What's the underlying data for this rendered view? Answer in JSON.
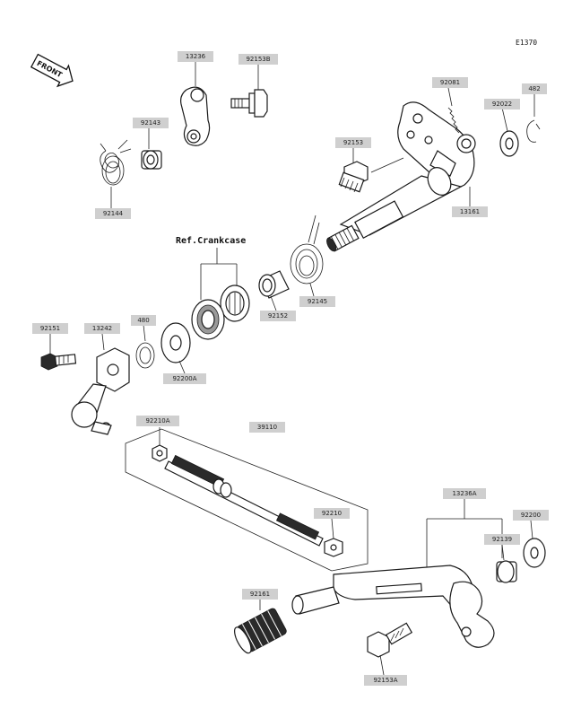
{
  "diagram": {
    "code": "E1370",
    "front_label": "FRONT",
    "reference_label": "Ref.Crankcase",
    "parts": [
      {
        "id": "p13236",
        "label": "13236"
      },
      {
        "id": "p92153B",
        "label": "92153B"
      },
      {
        "id": "p92143",
        "label": "92143"
      },
      {
        "id": "p92144",
        "label": "92144"
      },
      {
        "id": "p92081",
        "label": "92081"
      },
      {
        "id": "p92022",
        "label": "92022"
      },
      {
        "id": "p482",
        "label": "482"
      },
      {
        "id": "p92153",
        "label": "92153"
      },
      {
        "id": "p13161",
        "label": "13161"
      },
      {
        "id": "p92145",
        "label": "92145"
      },
      {
        "id": "p92152",
        "label": "92152"
      },
      {
        "id": "p92151",
        "label": "92151"
      },
      {
        "id": "p13242",
        "label": "13242"
      },
      {
        "id": "p480",
        "label": "480"
      },
      {
        "id": "p92200A",
        "label": "92200A"
      },
      {
        "id": "p92210A",
        "label": "92210A"
      },
      {
        "id": "p39110",
        "label": "39110"
      },
      {
        "id": "p92210",
        "label": "92210"
      },
      {
        "id": "p13236A",
        "label": "13236A"
      },
      {
        "id": "p92200",
        "label": "92200"
      },
      {
        "id": "p92139",
        "label": "92139"
      },
      {
        "id": "p92161",
        "label": "92161"
      },
      {
        "id": "p92153A",
        "label": "92153A"
      }
    ]
  }
}
